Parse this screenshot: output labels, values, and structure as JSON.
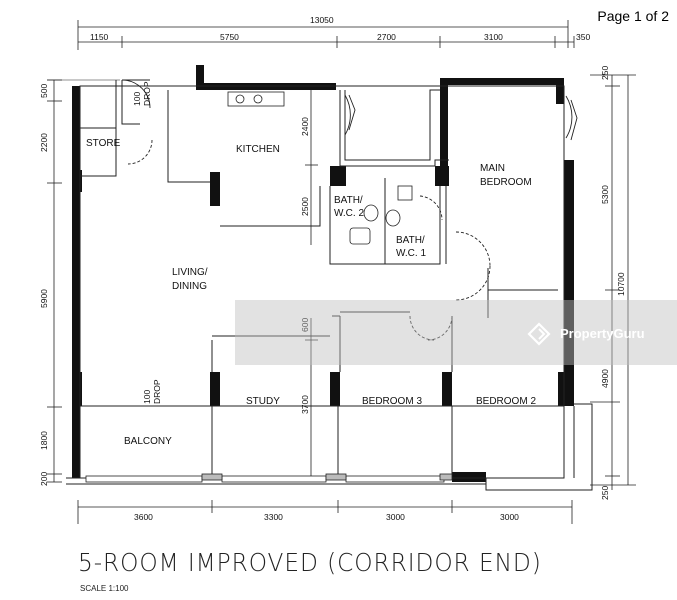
{
  "page_label": "Page 1 of 2",
  "title": "5-ROOM IMPROVED (CORRIDOR END)",
  "scale": "SCALE 1:100",
  "watermark": "PropertyGuru",
  "rooms": {
    "store": "STORE",
    "kitchen": "KITCHEN",
    "main_bedroom_1": "MAIN",
    "main_bedroom_2": "BEDROOM",
    "bath2_1": "BATH/",
    "bath2_2": "W.C. 2",
    "bath1_1": "BATH/",
    "bath1_2": "W.C. 1",
    "living_1": "LIVING/",
    "living_2": "DINING",
    "study": "STUDY",
    "bedroom3": "BEDROOM 3",
    "bedroom2": "BEDROOM 2",
    "balcony": "BALCONY",
    "drop_store_1": "100",
    "drop_store_2": "DROP",
    "drop_balcony_1": "100",
    "drop_balcony_2": "DROP"
  },
  "dimensions": {
    "top_total": "13050",
    "top_1": "1150",
    "top_2": "5750",
    "top_3": "2700",
    "top_4": "3100",
    "top_5": "350",
    "bottom_1": "3600",
    "bottom_2": "3300",
    "bottom_3": "3000",
    "bottom_4": "3000",
    "left_1": "500",
    "left_2": "2200",
    "left_3": "5900",
    "left_4": "1800",
    "left_5": "200",
    "right_1": "250",
    "right_2": "5300",
    "right_3": "10700",
    "right_4": "4900",
    "right_5": "250",
    "kitchen_v1": "2400",
    "kitchen_v2": "2500",
    "study_v1": "600",
    "study_v2": "3700"
  },
  "colors": {
    "wall": "#111111",
    "line": "#222222",
    "watermark_band": "#bebebe"
  }
}
